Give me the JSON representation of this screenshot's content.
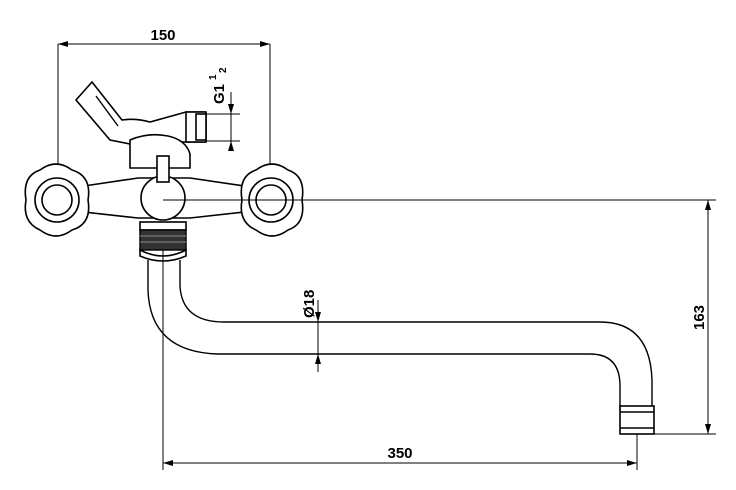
{
  "dimensions": {
    "width_top": "150",
    "thread": "G1",
    "thread_num": "1",
    "thread_den": "2",
    "diameter": "Ø18",
    "height_right": "163",
    "length_bottom": "350"
  }
}
